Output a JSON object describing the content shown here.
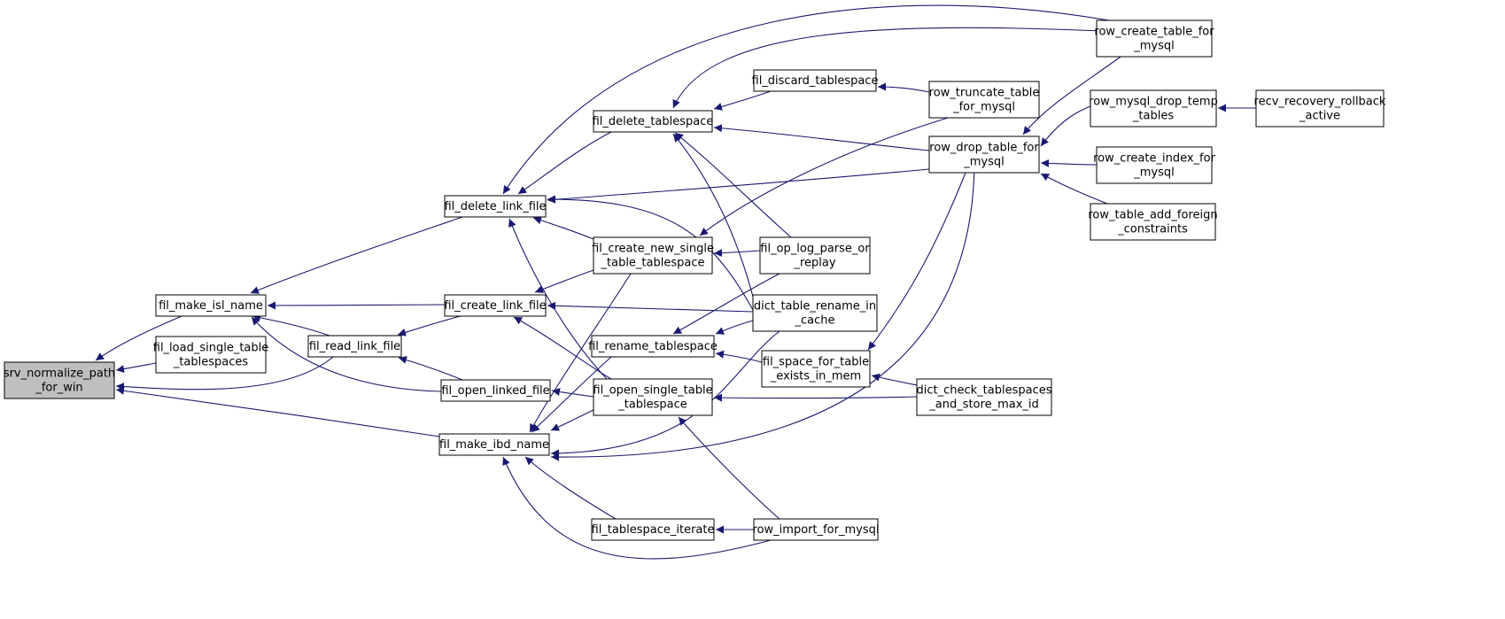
{
  "colors": {
    "edge": "#191970",
    "node_fill": "#ffffff",
    "focus_fill": "#bfbfbf",
    "node_border": "#000000"
  },
  "nodes": [
    {
      "id": "srv_normalize",
      "lines": [
        "srv_normalize_path",
        "_for_win"
      ],
      "focus": true
    },
    {
      "id": "fil_make_isl_name",
      "lines": [
        "fil_make_isl_name"
      ]
    },
    {
      "id": "fil_load_single",
      "lines": [
        "fil_load_single_table",
        "_tablespaces"
      ]
    },
    {
      "id": "fil_make_ibd_name",
      "lines": [
        "fil_make_ibd_name"
      ]
    },
    {
      "id": "fil_read_link_file",
      "lines": [
        "fil_read_link_file"
      ]
    },
    {
      "id": "fil_delete_link_file",
      "lines": [
        "fil_delete_link_file"
      ]
    },
    {
      "id": "fil_create_link_file",
      "lines": [
        "fil_create_link_file"
      ]
    },
    {
      "id": "fil_open_linked_file",
      "lines": [
        "fil_open_linked_file"
      ]
    },
    {
      "id": "fil_delete_tablespace",
      "lines": [
        "fil_delete_tablespace"
      ]
    },
    {
      "id": "fil_create_new_single",
      "lines": [
        "fil_create_new_single",
        "_table_tablespace"
      ]
    },
    {
      "id": "fil_rename_tablespace",
      "lines": [
        "fil_rename_tablespace"
      ]
    },
    {
      "id": "fil_open_single",
      "lines": [
        "fil_open_single_table",
        "_tablespace"
      ]
    },
    {
      "id": "fil_tablespace_iterate",
      "lines": [
        "fil_tablespace_iterate"
      ]
    },
    {
      "id": "fil_discard_tablespace",
      "lines": [
        "fil_discard_tablespace"
      ]
    },
    {
      "id": "fil_op_log_parse",
      "lines": [
        "fil_op_log_parse_or",
        "_replay"
      ]
    },
    {
      "id": "dict_table_rename",
      "lines": [
        "dict_table_rename_in",
        "_cache"
      ]
    },
    {
      "id": "fil_space_for_table",
      "lines": [
        "fil_space_for_table",
        "_exists_in_mem"
      ]
    },
    {
      "id": "row_import",
      "lines": [
        "row_import_for_mysql"
      ]
    },
    {
      "id": "row_truncate",
      "lines": [
        "row_truncate_table",
        "_for_mysql"
      ]
    },
    {
      "id": "row_drop_table",
      "lines": [
        "row_drop_table_for",
        "_mysql"
      ]
    },
    {
      "id": "dict_check",
      "lines": [
        "dict_check_tablespaces",
        "_and_store_max_id"
      ]
    },
    {
      "id": "row_create_table",
      "lines": [
        "row_create_table_for",
        "_mysql"
      ]
    },
    {
      "id": "row_mysql_drop_temp",
      "lines": [
        "row_mysql_drop_temp",
        "_tables"
      ]
    },
    {
      "id": "row_create_index",
      "lines": [
        "row_create_index_for",
        "_mysql"
      ]
    },
    {
      "id": "row_table_add_foreign",
      "lines": [
        "row_table_add_foreign",
        "_constraints"
      ]
    },
    {
      "id": "recv_recovery",
      "lines": [
        "recv_recovery_rollback",
        "_active"
      ]
    }
  ],
  "edges": [
    {
      "from": "fil_make_isl_name",
      "to": "srv_normalize"
    },
    {
      "from": "fil_load_single",
      "to": "srv_normalize"
    },
    {
      "from": "fil_read_link_file",
      "to": "srv_normalize"
    },
    {
      "from": "fil_make_ibd_name",
      "to": "srv_normalize"
    },
    {
      "from": "fil_delete_link_file",
      "to": "fil_make_isl_name"
    },
    {
      "from": "fil_create_link_file",
      "to": "fil_make_isl_name"
    },
    {
      "from": "fil_read_link_file",
      "to": "fil_make_isl_name"
    },
    {
      "from": "fil_open_linked_file",
      "to": "fil_make_isl_name"
    },
    {
      "from": "fil_create_link_file",
      "to": "fil_read_link_file"
    },
    {
      "from": "fil_open_linked_file",
      "to": "fil_read_link_file"
    },
    {
      "from": "fil_delete_tablespace",
      "to": "fil_delete_link_file"
    },
    {
      "from": "fil_create_new_single",
      "to": "fil_delete_link_file"
    },
    {
      "from": "fil_open_single",
      "to": "fil_delete_link_file"
    },
    {
      "from": "dict_table_rename",
      "to": "fil_delete_link_file"
    },
    {
      "from": "row_drop_table",
      "to": "fil_delete_link_file"
    },
    {
      "from": "row_create_table",
      "to": "fil_delete_link_file"
    },
    {
      "from": "fil_create_new_single",
      "to": "fil_create_link_file"
    },
    {
      "from": "fil_open_single",
      "to": "fil_create_link_file"
    },
    {
      "from": "dict_table_rename",
      "to": "fil_create_link_file"
    },
    {
      "from": "fil_open_single",
      "to": "fil_open_linked_file"
    },
    {
      "from": "fil_create_new_single",
      "to": "fil_make_ibd_name"
    },
    {
      "from": "fil_rename_tablespace",
      "to": "fil_make_ibd_name"
    },
    {
      "from": "fil_open_single",
      "to": "fil_make_ibd_name"
    },
    {
      "from": "fil_tablespace_iterate",
      "to": "fil_make_ibd_name"
    },
    {
      "from": "dict_table_rename",
      "to": "fil_make_ibd_name"
    },
    {
      "from": "row_drop_table",
      "to": "fil_make_ibd_name"
    },
    {
      "from": "row_import",
      "to": "fil_make_ibd_name"
    },
    {
      "from": "fil_discard_tablespace",
      "to": "fil_delete_tablespace"
    },
    {
      "from": "row_create_table",
      "to": "fil_delete_tablespace"
    },
    {
      "from": "row_drop_table",
      "to": "fil_delete_tablespace"
    },
    {
      "from": "fil_op_log_parse",
      "to": "fil_delete_tablespace"
    },
    {
      "from": "dict_table_rename",
      "to": "fil_delete_tablespace"
    },
    {
      "from": "fil_op_log_parse",
      "to": "fil_create_new_single"
    },
    {
      "from": "row_truncate",
      "to": "fil_create_new_single"
    },
    {
      "from": "dict_table_rename",
      "to": "fil_rename_tablespace"
    },
    {
      "from": "fil_op_log_parse",
      "to": "fil_rename_tablespace"
    },
    {
      "from": "fil_space_for_table",
      "to": "fil_rename_tablespace"
    },
    {
      "from": "dict_check",
      "to": "fil_open_single"
    },
    {
      "from": "row_import",
      "to": "fil_open_single"
    },
    {
      "from": "row_import",
      "to": "fil_tablespace_iterate"
    },
    {
      "from": "row_truncate",
      "to": "fil_discard_tablespace"
    },
    {
      "from": "dict_check",
      "to": "fil_space_for_table"
    },
    {
      "from": "row_drop_table",
      "to": "fil_space_for_table"
    },
    {
      "from": "row_mysql_drop_temp",
      "to": "row_drop_table"
    },
    {
      "from": "row_create_index",
      "to": "row_drop_table"
    },
    {
      "from": "row_table_add_foreign",
      "to": "row_drop_table"
    },
    {
      "from": "row_create_table",
      "to": "row_drop_table"
    },
    {
      "from": "recv_recovery",
      "to": "row_mysql_drop_temp"
    }
  ]
}
